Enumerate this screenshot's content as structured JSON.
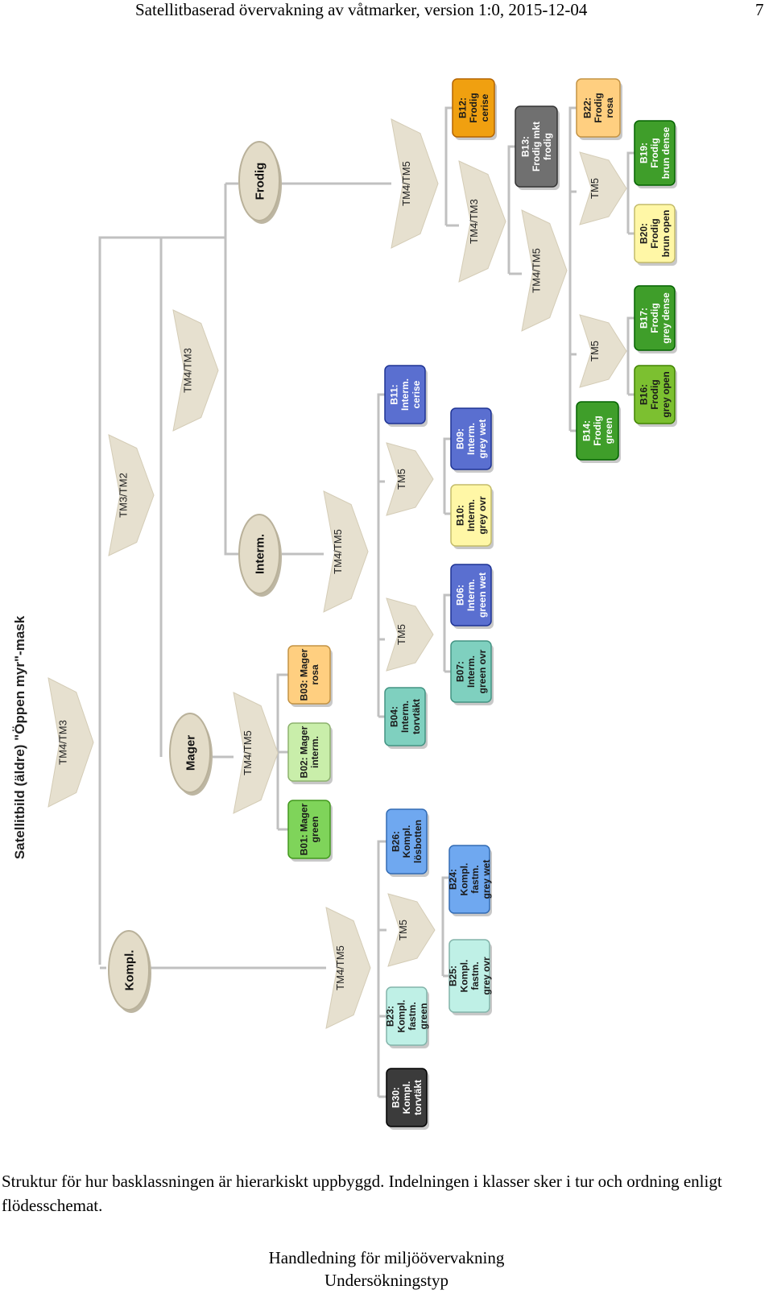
{
  "header": {
    "title": "Satellitbaserad övervakning av våtmarker, version 1:0, 2015-12-04",
    "page_number": "7"
  },
  "figure": {
    "root_title": "Satellitbild (äldre) \"Öppen myr\"-mask",
    "nodes": {
      "kompl": "Kompl.",
      "mager": "Mager",
      "interm": "Interm.",
      "frodig": "Frodig"
    },
    "arrows": {
      "a_root": "TM4/TM3",
      "a_tm3tm2": "TM3/TM2",
      "a_tm4tm3": "TM4/TM3",
      "a_kompl": "TM4/TM5",
      "a_kompl_tm5": "TM5",
      "a_mager": "TM4/TM5",
      "a_interm": "TM4/TM5",
      "a_interm_tm5a": "TM5",
      "a_interm_tm5b": "TM5",
      "a_frodig": "TM4/TM5",
      "a_frodig_tm3": "TM4/TM3",
      "a_frodig_tm5b": "TM4/TM5",
      "a_frodig_tm5c": "TM5",
      "a_frodig_tm5d": "TM5"
    },
    "classes": {
      "b30": "B30: Kompl. torvtäkt",
      "b23": "B23: Kompl. fastm. green",
      "b25": "B25: Kompl. fastm. grey ovr",
      "b24": "B24: Kompl. fastm. grey wet",
      "b26": "B26: Kompl. lösbotten",
      "b01": "B01: Mager green",
      "b02": "B02: Mager interm.",
      "b03": "B03: Mager rosa",
      "b04": "B04: Interm. torvtäkt",
      "b07": "B07: Interm. green ovr",
      "b06": "B06: Interm. green wet",
      "b10": "B10: Interm. grey ovr",
      "b09": "B09: Interm. grey wet",
      "b11": "B11: Interm. cerise",
      "b14": "B14: Frodig green",
      "b16": "B16: Frodig grey open",
      "b17": "B17: Frodig grey dense",
      "b20": "B20: Frodig brun open",
      "b19": "B19: Frodig brun dense",
      "b13": "B13: Frodig mkt frodig",
      "b12": "B12: Frodig cerise",
      "b22": "B22: Frodig rosa"
    },
    "colors": {
      "line": "#c0c0c0",
      "node_fill": "#e3dcc8",
      "arrow_fill": "#e6e0cf",
      "b30": "#3b3b3b",
      "b23": "#bff0e6",
      "b25": "#bff0e6",
      "b24": "#6fa8f0",
      "b26": "#6fa8f0",
      "b01": "#7fd45a",
      "b02": "#c9eeaa",
      "b03": "#ffcf80",
      "b04": "#7fd0bf",
      "b07": "#7fd0bf",
      "b06": "#5a6fd0",
      "b10": "#fff7a6",
      "b09": "#5a6fd0",
      "b11": "#5a6fd0",
      "b14": "#3f9e2a",
      "b16": "#7cc030",
      "b17": "#3f9e2a",
      "b20": "#fff7a6",
      "b19": "#3f9e2a",
      "b13": "#707070",
      "b12": "#f0a010",
      "b22": "#ffcf80"
    }
  },
  "caption": "Struktur för hur basklassningen är hierarkiskt uppbyggd. Indelningen i klasser sker i tur och ordning enligt flödesschemat.",
  "footer": {
    "line1": "Handledning för miljöövervakning",
    "line2": "Undersökningstyp"
  }
}
